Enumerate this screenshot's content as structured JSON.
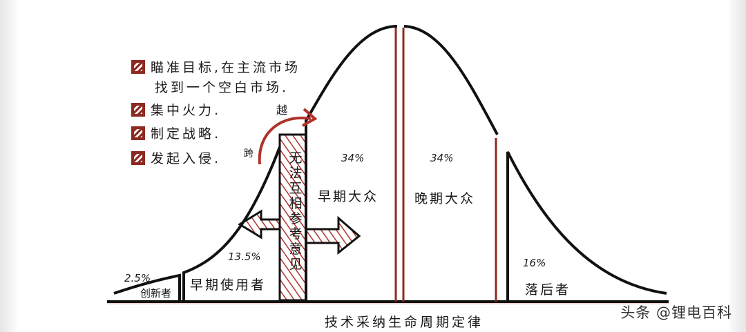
{
  "legend": [
    {
      "icon": "hatched-box-icon",
      "lines": [
        "瞄准目标,在主流市场",
        "找到一个空白市场."
      ]
    },
    {
      "icon": "hatched-box-icon",
      "lines": [
        "集中火力."
      ]
    },
    {
      "icon": "hatched-box-icon",
      "lines": [
        "制定战略."
      ]
    },
    {
      "icon": "hatched-box-icon",
      "lines": [
        "发起入侵."
      ]
    }
  ],
  "arrow": {
    "start_label": "跨",
    "end_label": "越"
  },
  "chasm_label": "无法互相参考意见",
  "segments": [
    {
      "name": "创新者",
      "percent": "2.5%"
    },
    {
      "name": "早期使用者",
      "percent": "13.5%"
    },
    {
      "name": "早期大众",
      "percent": "34%"
    },
    {
      "name": "晚期大众",
      "percent": "34%"
    },
    {
      "name": "落后者",
      "percent": "16%"
    }
  ],
  "caption": "技术采纳生命周期定律",
  "watermark": "头条 @锂电百科",
  "colors": {
    "accent": "#8e2a22",
    "line": "#111111"
  }
}
